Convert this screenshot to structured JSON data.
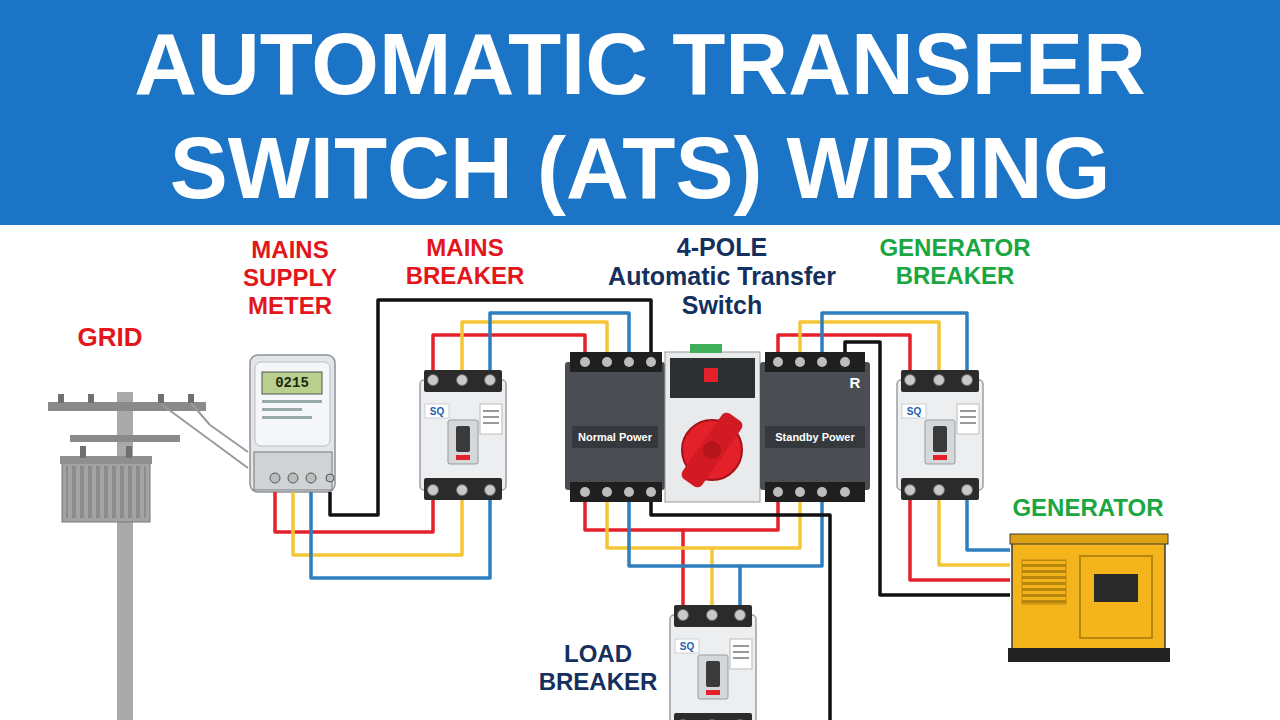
{
  "diagram": {
    "title": "AUTOMATIC TRANSFER SWITCH (ATS) WIRING",
    "nodes": [
      {
        "text": [
          "GRID"
        ]
      },
      {
        "text": [
          "MAINS SUPPLY METER"
        ]
      },
      {
        "text": [
          "MAINS BREAKER"
        ]
      },
      {
        "text": [
          "4-POLE",
          "Automatic Transfer Switch"
        ]
      },
      {
        "text": [
          "GENERATOR BREAKER"
        ]
      },
      {
        "text": [
          "GENERATOR"
        ]
      },
      {
        "text": [
          "LOAD BREAKER"
        ]
      }
    ],
    "edges": [
      {
        "from": 0,
        "to": 1,
        "arrow": "none"
      },
      {
        "from": 1,
        "to": 2,
        "arrow": "none"
      },
      {
        "from": 1,
        "to": 3,
        "arrow": "none"
      },
      {
        "from": 2,
        "to": 3,
        "arrow": "none"
      },
      {
        "from": 4,
        "to": 3,
        "arrow": "none"
      },
      {
        "from": 5,
        "to": 4,
        "arrow": "none"
      },
      {
        "from": 5,
        "to": 3,
        "arrow": "none"
      },
      {
        "from": 3,
        "to": 6,
        "arrow": "none"
      }
    ],
    "labels": [
      "0215",
      "Normal Power",
      "Standby Power",
      "R",
      "SQ",
      "SQ",
      "SQ"
    ]
  }
}
